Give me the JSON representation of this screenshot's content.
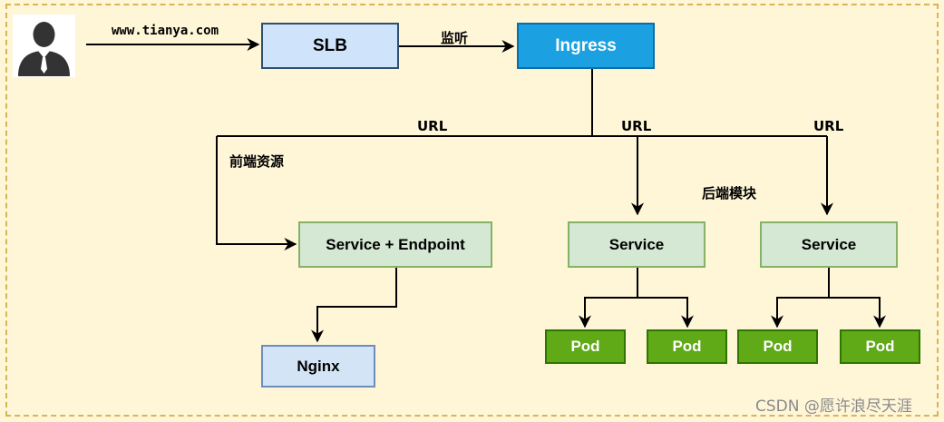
{
  "diagram": {
    "user_icon": "user-avatar-icon",
    "nodes": {
      "slb": "SLB",
      "ingress": "Ingress",
      "service_endpoint": "Service + Endpoint",
      "nginx": "Nginx",
      "service_1": "Service",
      "service_2": "Service",
      "pod_1": "Pod",
      "pod_2": "Pod",
      "pod_3": "Pod",
      "pod_4": "Pod"
    },
    "edge_labels": {
      "domain": "www.tianya.com",
      "listen": "监听",
      "url_left": "URL",
      "url_mid": "URL",
      "url_right": "URL",
      "frontend": "前端资源",
      "backend": "后端模块"
    },
    "colors": {
      "background": "#fff6d8",
      "frame_border": "#d6b656",
      "ingress": "#1ba1e2",
      "service": "#d5e8d4",
      "pod": "#60a917",
      "slb": "#cfe3fb"
    }
  },
  "watermark": "CSDN @愿许浪尽天涯"
}
